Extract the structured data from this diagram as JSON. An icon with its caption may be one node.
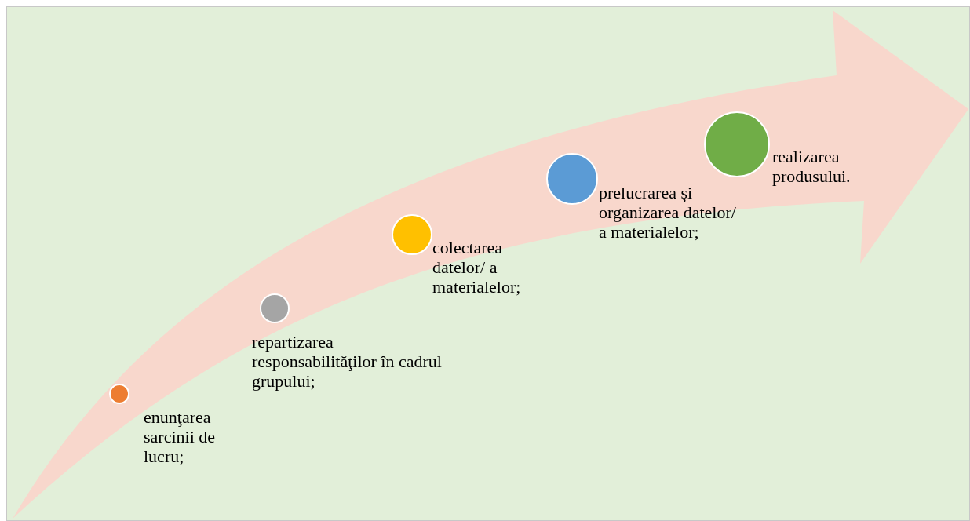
{
  "diagram": {
    "nodes": [
      {
        "text": [],
        "shape": "circle",
        "beside": [
          "enunţarea sarcinii de lucru;"
        ]
      },
      {
        "text": [],
        "shape": "circle",
        "beside": [
          "repartizarea responsabilităţilor în cadrul grupului;"
        ]
      },
      {
        "text": [],
        "shape": "circle",
        "beside": [
          "colectarea datelor/ a materialelor;"
        ]
      },
      {
        "text": [],
        "shape": "circle",
        "beside": [
          "prelucrarea şi organizarea datelor/ a materialelor;"
        ]
      },
      {
        "text": [],
        "shape": "circle",
        "beside": [
          "realizarea produsului."
        ]
      }
    ]
  }
}
